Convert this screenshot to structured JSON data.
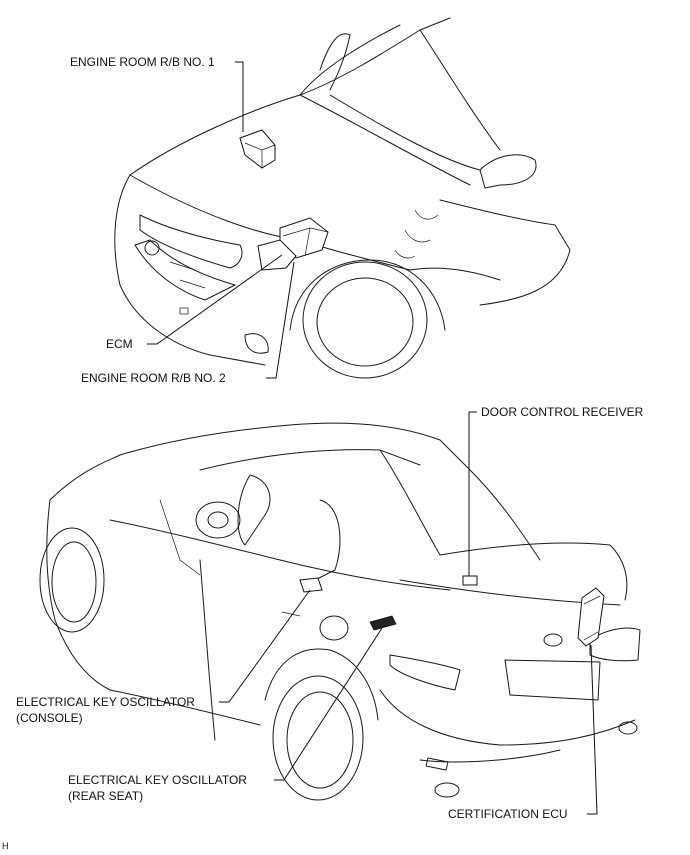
{
  "callouts": {
    "engine_room_rb_no1": "ENGINE ROOM R/B NO. 1",
    "ecm": "ECM",
    "engine_room_rb_no2": "ENGINE ROOM R/B NO. 2",
    "door_control_receiver": "DOOR CONTROL RECEIVER",
    "electrical_key_osc_console_line1": "ELECTRICAL KEY OSCILLATOR",
    "electrical_key_osc_console_line2": "(CONSOLE)",
    "electrical_key_osc_rear_line1": "ELECTRICAL KEY OSCILLATOR",
    "electrical_key_osc_rear_line2": "(REAR SEAT)",
    "certification_ecu": "CERTIFICATION ECU"
  },
  "corner_code": "H"
}
